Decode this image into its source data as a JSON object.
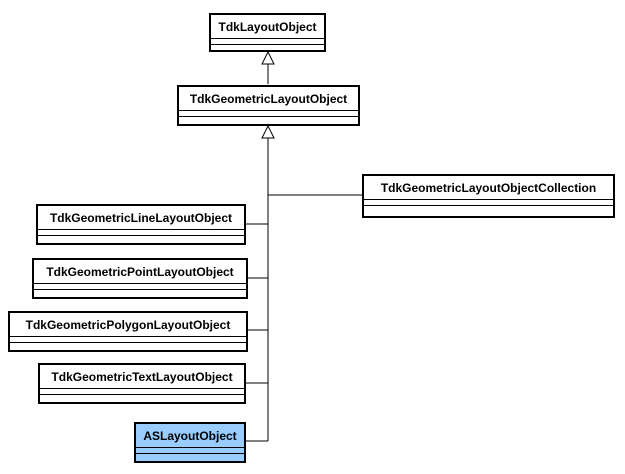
{
  "diagram": {
    "classes": {
      "layout_object": {
        "name": "TdkLayoutObject"
      },
      "geometric_layout_object": {
        "name": "TdkGeometricLayoutObject"
      },
      "geometric_layout_object_collection": {
        "name": "TdkGeometricLayoutObjectCollection"
      },
      "geometric_line_layout_object": {
        "name": "TdkGeometricLineLayoutObject"
      },
      "geometric_point_layout_object": {
        "name": "TdkGeometricPointLayoutObject"
      },
      "geometric_polygon_layout_object": {
        "name": "TdkGeometricPolygonLayoutObject"
      },
      "geometric_text_layout_object": {
        "name": "TdkGeometricTextLayoutObject"
      },
      "as_layout_object": {
        "name": "ASLayoutObject"
      }
    },
    "colors": {
      "class_fill": "#ffffff",
      "highlight_fill": "#99ccff",
      "line": "#000000"
    }
  }
}
